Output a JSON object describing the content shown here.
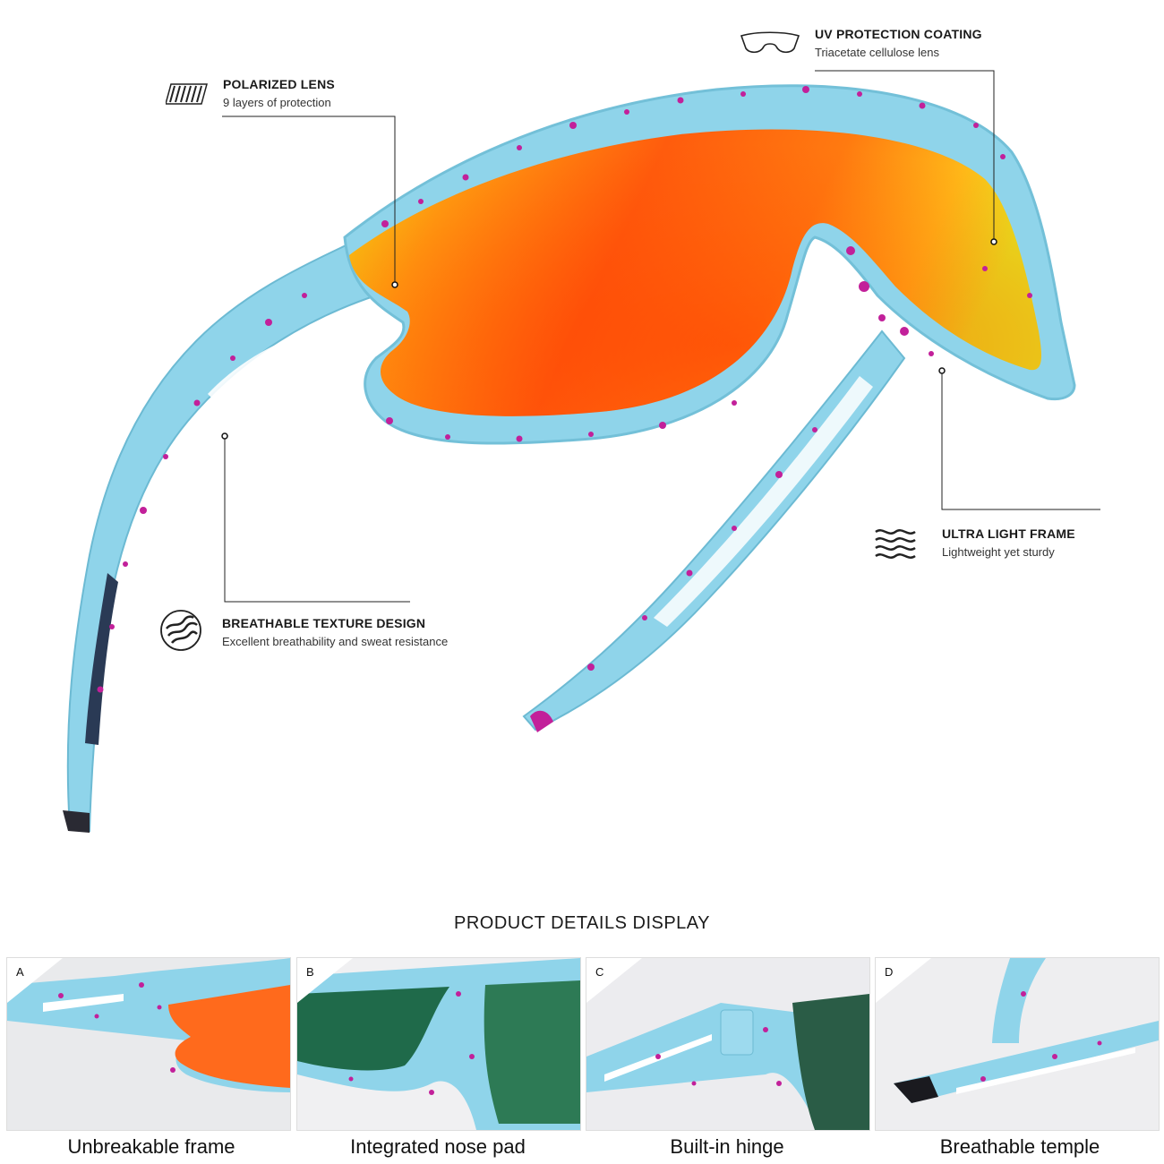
{
  "features": [
    {
      "title": "POLARIZED LENS",
      "subtitle": "9 layers of protection",
      "icon": "striped-lens-icon"
    },
    {
      "title": "UV PROTECTION COATING",
      "subtitle": "Triacetate cellulose lens",
      "icon": "glasses-outline-icon"
    },
    {
      "title": "BREATHABLE TEXTURE DESIGN",
      "subtitle": "Excellent breathability and sweat resistance",
      "icon": "swirl-texture-icon"
    },
    {
      "title": "ULTRA LIGHT FRAME",
      "subtitle": "Lightweight yet sturdy",
      "icon": "wave-layers-icon"
    }
  ],
  "details": {
    "title": "PRODUCT DETAILS DISPLAY",
    "panels": [
      {
        "letter": "A",
        "caption": "Unbreakable frame"
      },
      {
        "letter": "B",
        "caption": "Integrated nose pad"
      },
      {
        "letter": "C",
        "caption": "Built-in hinge"
      },
      {
        "letter": "D",
        "caption": "Breathable temple"
      }
    ]
  },
  "colors": {
    "frame": "#8fd4ea",
    "speckle": "#c2209a",
    "lens_orange": "#ff5a10",
    "lens_yellow": "#f7d21a",
    "lens_green": "#1f6a4a"
  }
}
